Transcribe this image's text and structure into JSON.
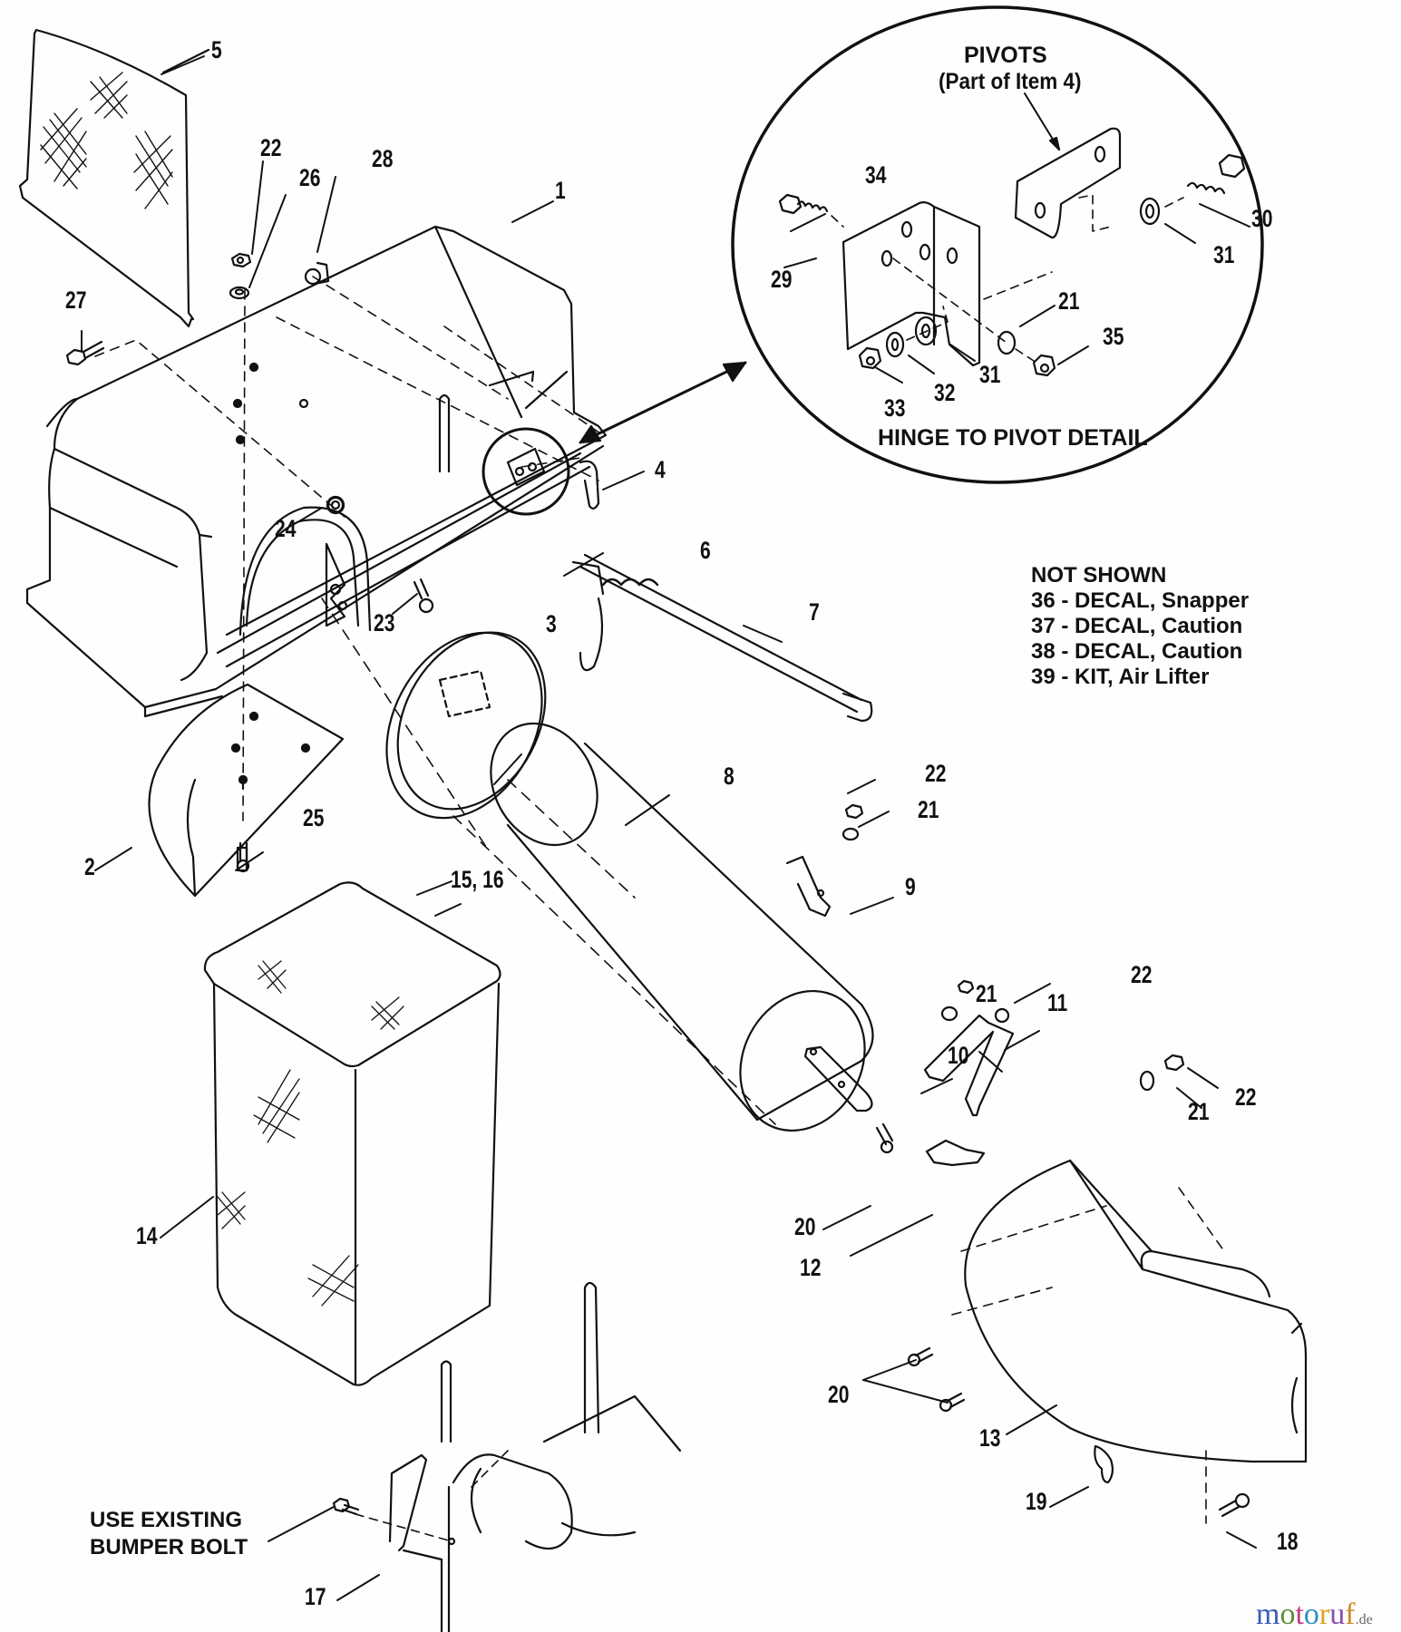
{
  "diagram": {
    "type": "exploded parts diagram",
    "subject": "grass catcher / bagger assembly"
  },
  "callouts": [
    {
      "id": "c1",
      "text": "1"
    },
    {
      "id": "c2",
      "text": "2"
    },
    {
      "id": "c3",
      "text": "3"
    },
    {
      "id": "c4",
      "text": "4"
    },
    {
      "id": "c5",
      "text": "5"
    },
    {
      "id": "c6",
      "text": "6"
    },
    {
      "id": "c7",
      "text": "7"
    },
    {
      "id": "c8",
      "text": "8"
    },
    {
      "id": "c9",
      "text": "9"
    },
    {
      "id": "c10",
      "text": "10"
    },
    {
      "id": "c11",
      "text": "11"
    },
    {
      "id": "c12",
      "text": "12"
    },
    {
      "id": "c13",
      "text": "13"
    },
    {
      "id": "c14",
      "text": "14"
    },
    {
      "id": "c15_16",
      "text": "15, 16"
    },
    {
      "id": "c17",
      "text": "17"
    },
    {
      "id": "c18",
      "text": "18"
    },
    {
      "id": "c19",
      "text": "19"
    },
    {
      "id": "c20a",
      "text": "20"
    },
    {
      "id": "c20b",
      "text": "20"
    },
    {
      "id": "c21a",
      "text": "21"
    },
    {
      "id": "c21b",
      "text": "21"
    },
    {
      "id": "c21c",
      "text": "21"
    },
    {
      "id": "c21d",
      "text": "21"
    },
    {
      "id": "c22a",
      "text": "22"
    },
    {
      "id": "c22b",
      "text": "22"
    },
    {
      "id": "c22c",
      "text": "22"
    },
    {
      "id": "c22d",
      "text": "22"
    },
    {
      "id": "c23",
      "text": "23"
    },
    {
      "id": "c24",
      "text": "24"
    },
    {
      "id": "c25",
      "text": "25"
    },
    {
      "id": "c26",
      "text": "26"
    },
    {
      "id": "c27",
      "text": "27"
    },
    {
      "id": "c28",
      "text": "28"
    },
    {
      "id": "c29",
      "text": "29"
    },
    {
      "id": "c30",
      "text": "30"
    },
    {
      "id": "c31a",
      "text": "31"
    },
    {
      "id": "c31b",
      "text": "31"
    },
    {
      "id": "c32",
      "text": "32"
    },
    {
      "id": "c33",
      "text": "33"
    },
    {
      "id": "c34",
      "text": "34"
    },
    {
      "id": "c35",
      "text": "35"
    }
  ],
  "detail": {
    "pivots_title": "PIVOTS",
    "pivots_subtitle": "(Part of Item 4)",
    "title": "HINGE TO PIVOT DETAIL"
  },
  "not_shown": {
    "heading": "NOT SHOWN",
    "items": [
      "36 - DECAL, Snapper",
      "37 - DECAL, Caution",
      "38 - DECAL, Caution",
      "39 - KIT, Air Lifter"
    ]
  },
  "notes": {
    "bumper_line1": "USE EXISTING",
    "bumper_line2": "BUMPER BOLT"
  },
  "watermark": {
    "letters": [
      "m",
      "o",
      "t",
      "o",
      "r",
      "u",
      "f"
    ],
    "colors": [
      "#3b5bb5",
      "#5a8f3a",
      "#c23b8a",
      "#2f8fc0",
      "#e0a020",
      "#8a4fb0",
      "#d08a2a"
    ],
    "tld": ".de"
  }
}
